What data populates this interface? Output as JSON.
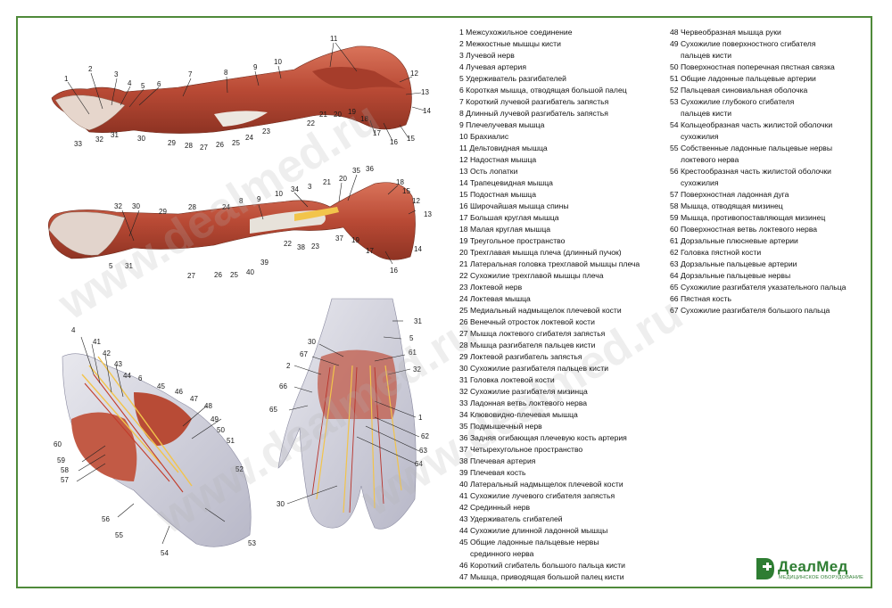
{
  "legend_col1": [
    {
      "n": "1",
      "t": "Межсухожильное соединение"
    },
    {
      "n": "2",
      "t": "Межкостные мышцы кисти"
    },
    {
      "n": "3",
      "t": "Лучевой нерв"
    },
    {
      "n": "4",
      "t": "Лучевая артерия"
    },
    {
      "n": "5",
      "t": "Удерживатель разгибателей"
    },
    {
      "n": "6",
      "t": "Короткая мышца, отводящая большой палец"
    },
    {
      "n": "7",
      "t": "Короткий лучевой разгибатель запястья"
    },
    {
      "n": "8",
      "t": "Длинный лучевой разгибатель запястья"
    },
    {
      "n": "9",
      "t": "Плечелучевая мышца"
    },
    {
      "n": "10",
      "t": "Брахиалис"
    },
    {
      "n": "11",
      "t": "Дельтовидная мышца"
    },
    {
      "n": "12",
      "t": "Надостная мышца"
    },
    {
      "n": "13",
      "t": "Ость лопатки"
    },
    {
      "n": "14",
      "t": "Трапецевидная мышца"
    },
    {
      "n": "15",
      "t": "Подостная мышца"
    },
    {
      "n": "16",
      "t": "Широчайшая мышца спины"
    },
    {
      "n": "17",
      "t": "Большая круглая мышца"
    },
    {
      "n": "18",
      "t": "Малая круглая мышца"
    },
    {
      "n": "19",
      "t": "Треугольное пространство"
    },
    {
      "n": "20",
      "t": "Трехглавая мышца плеча (длинный пучок)"
    },
    {
      "n": "21",
      "t": "Латеральная головка трехглавой мышцы плеча"
    },
    {
      "n": "22",
      "t": "Сухожилие трехглавой мышцы плеча"
    },
    {
      "n": "23",
      "t": "Локтевой нерв"
    },
    {
      "n": "24",
      "t": "Локтевая мышца"
    },
    {
      "n": "25",
      "t": "Медиальный надмыщелок плечевой кости"
    },
    {
      "n": "26",
      "t": "Венечный отросток локтевой кости"
    },
    {
      "n": "27",
      "t": "Мышца локтевого сгибателя запястья"
    },
    {
      "n": "28",
      "t": "Мышца разгибателя пальцев кисти"
    },
    {
      "n": "29",
      "t": "Локтевой разгибатель запястья"
    },
    {
      "n": "30",
      "t": "Сухожилие разгибателя пальцев кисти"
    },
    {
      "n": "31",
      "t": "Головка локтевой кости"
    },
    {
      "n": "32",
      "t": "Сухожилие разгибателя мизинца"
    },
    {
      "n": "33",
      "t": "Ладонная ветвь локтевого нерва"
    },
    {
      "n": "34",
      "t": "Клювовидно-плечевая мышца"
    },
    {
      "n": "35",
      "t": "Подмышечный нерв"
    },
    {
      "n": "36",
      "t": "Задняя огибающая плечевую кость артерия"
    },
    {
      "n": "37",
      "t": "Четырехугольное пространство"
    },
    {
      "n": "38",
      "t": "Плечевая артерия"
    },
    {
      "n": "39",
      "t": "Плечевая кость"
    },
    {
      "n": "40",
      "t": "Латеральный надмыщелок плечевой кости"
    },
    {
      "n": "41",
      "t": "Сухожилие лучевого сгибателя запястья"
    },
    {
      "n": "42",
      "t": "Срединный нерв"
    },
    {
      "n": "43",
      "t": "Удерживатель сгибателей"
    },
    {
      "n": "44",
      "t": "Сухожилие длинной ладонной мышцы"
    },
    {
      "n": "45",
      "t": "Общие ладонные пальцевые нервы",
      "t2": "срединного нерва"
    },
    {
      "n": "46",
      "t": "Короткий сгибатель большого пальца кисти"
    },
    {
      "n": "47",
      "t": "Мышца, приводящая большой палец кисти"
    }
  ],
  "legend_col2": [
    {
      "n": "48",
      "t": "Червеобразная мышца руки"
    },
    {
      "n": "49",
      "t": "Сухожилие поверхностного сгибателя",
      "t2": "пальцев кисти"
    },
    {
      "n": "50",
      "t": "Поверхностная поперечная пястная связка"
    },
    {
      "n": "51",
      "t": "Общие ладонные пальцевые артерии"
    },
    {
      "n": "52",
      "t": "Пальцевая синовиальная оболочка"
    },
    {
      "n": "53",
      "t": "Сухожилие глубокого сгибателя",
      "t2": "пальцев кисти"
    },
    {
      "n": "54",
      "t": "Кольцеобразная часть жилистой оболочки",
      "t2": "сухожилия"
    },
    {
      "n": "55",
      "t": "Собственные ладонные пальцевые нервы",
      "t2": "локтевого нерва"
    },
    {
      "n": "56",
      "t": "Крестообразная часть жилистой оболочки",
      "t2": "сухожилия"
    },
    {
      "n": "57",
      "t": "Поверхностная ладонная дуга"
    },
    {
      "n": "58",
      "t": "Мышца, отводящая мизинец"
    },
    {
      "n": "59",
      "t": "Мышца, противопоставляющая мизинец"
    },
    {
      "n": "60",
      "t": "Поверхностная ветвь локтевого нерва"
    },
    {
      "n": "61",
      "t": "Дорзальные плюсневые артерии"
    },
    {
      "n": "62",
      "t": "Головка пястной кости"
    },
    {
      "n": "63",
      "t": "Дорзальные пальцевые артерии"
    },
    {
      "n": "64",
      "t": "Дорзальные пальцевые нервы"
    },
    {
      "n": "65",
      "t": "Сухожилие разгибателя указательного пальца"
    },
    {
      "n": "66",
      "t": "Пястная кость"
    },
    {
      "n": "67",
      "t": "Сухожилие разгибателя большого пальца"
    }
  ],
  "watermark": "www.dealmed.ru",
  "logo": {
    "brand": "ДеалМед",
    "sub": "МЕДИЦИНСКОЕ ОБОРУДОВАНИЕ"
  },
  "colors": {
    "frame": "#4f8a3a",
    "muscle": "#c8553d",
    "tendon": "#e9e4dc",
    "nerve": "#f2c44b",
    "brand": "#2e7d32"
  },
  "fig1_labels": [
    "1",
    "2",
    "3",
    "4",
    "5",
    "6",
    "7",
    "8",
    "9",
    "10",
    "11",
    "12",
    "13",
    "14",
    "15",
    "16",
    "17",
    "18",
    "19",
    "20",
    "21",
    "22",
    "23",
    "24",
    "25",
    "26",
    "27",
    "28",
    "29",
    "30",
    "31",
    "32",
    "33"
  ],
  "fig2_labels": [
    "32",
    "30",
    "29",
    "28",
    "24",
    "8",
    "9",
    "10",
    "34",
    "3",
    "21",
    "20",
    "35",
    "36",
    "18",
    "15",
    "12",
    "13",
    "14",
    "16",
    "17",
    "19",
    "37",
    "23",
    "38",
    "22",
    "39",
    "40",
    "27",
    "26",
    "25",
    "5",
    "31"
  ],
  "fig3_labels": [
    "4",
    "41",
    "42",
    "43",
    "44",
    "6",
    "45",
    "46",
    "47",
    "48",
    "49",
    "50",
    "51",
    "52",
    "53",
    "54",
    "55",
    "56",
    "57",
    "58",
    "59",
    "60"
  ],
  "fig4_labels": [
    "31",
    "5",
    "30",
    "67",
    "2",
    "66",
    "65",
    "61",
    "32",
    "1",
    "62",
    "63",
    "64",
    "30"
  ]
}
